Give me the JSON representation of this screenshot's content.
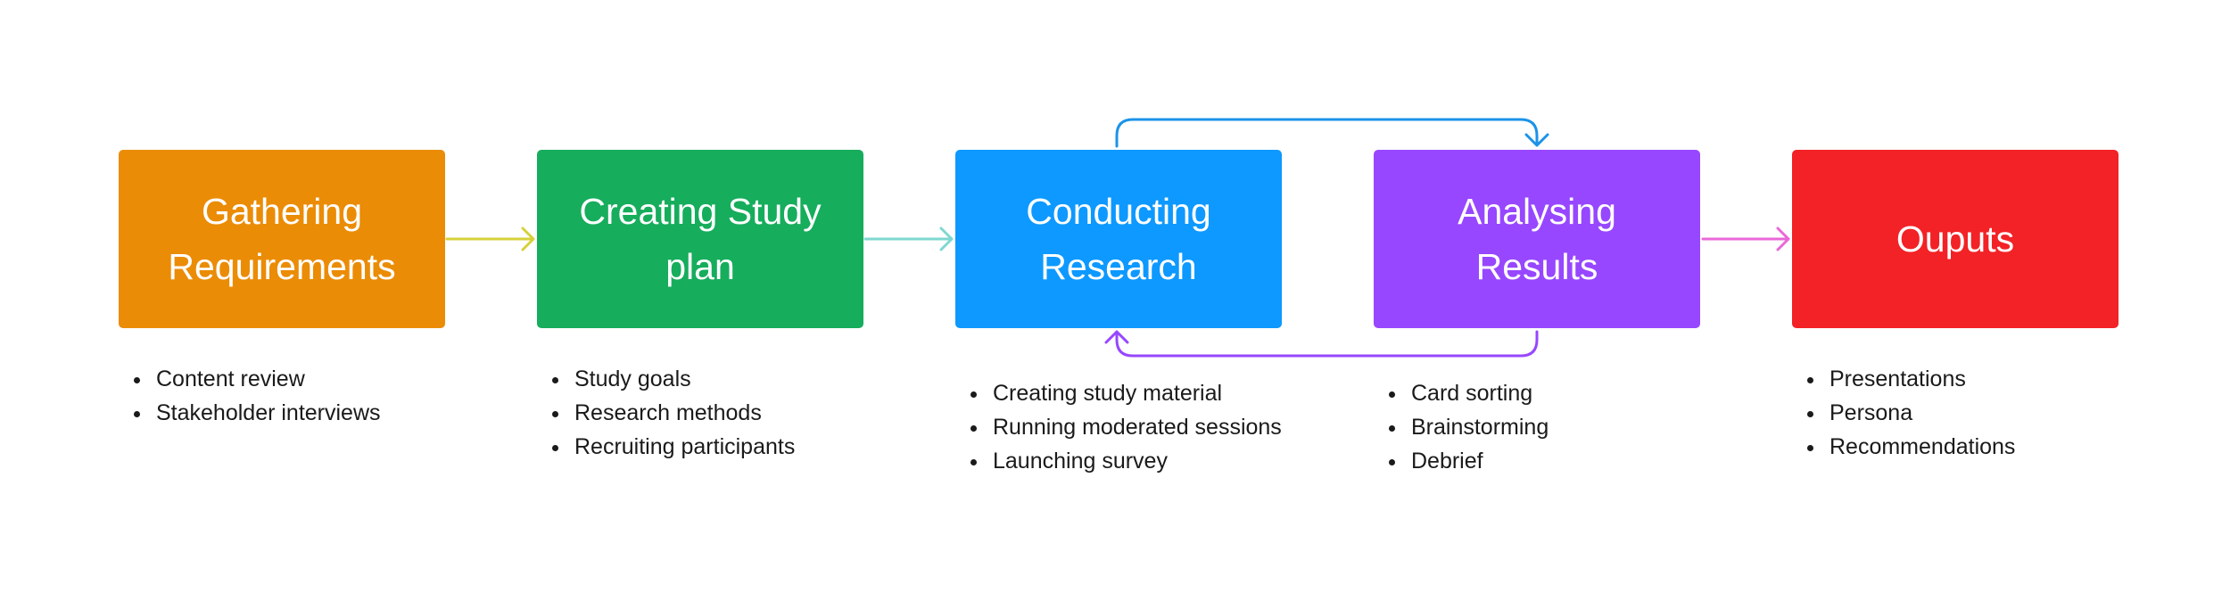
{
  "stages": [
    {
      "label": "Gathering Requirements",
      "color": "#EB8C06",
      "bullets": [
        "Content review",
        "Stakeholder interviews"
      ]
    },
    {
      "label": "Creating Study plan",
      "color": "#16AD5C",
      "bullets": [
        "Study goals",
        "Research methods",
        "Recruiting participants"
      ]
    },
    {
      "label": "Conducting Research",
      "color": "#0D99FF",
      "bullets": [
        "Creating study material",
        "Running moderated sessions",
        "Launching survey"
      ]
    },
    {
      "label": "Analysing Results",
      "color": "#9747FF",
      "bullets": [
        "Card sorting",
        "Brainstorming",
        "Debrief"
      ]
    },
    {
      "label": "Ouputs",
      "color": "#F22226",
      "bullets": [
        "Presentations",
        "Persona",
        "Recommendations"
      ]
    }
  ],
  "connectors": [
    {
      "from": "Gathering Requirements",
      "to": "Creating Study plan",
      "color": "#D6D13A"
    },
    {
      "from": "Creating Study plan",
      "to": "Conducting Research",
      "color": "#7FD8D0"
    },
    {
      "from": "Conducting Research",
      "to": "Analysing Results",
      "color": "#1B93E8"
    },
    {
      "from": "Analysing Results",
      "to": "Conducting Research",
      "color": "#9747FF"
    },
    {
      "from": "Analysing Results",
      "to": "Ouputs",
      "color": "#E968D8"
    }
  ]
}
